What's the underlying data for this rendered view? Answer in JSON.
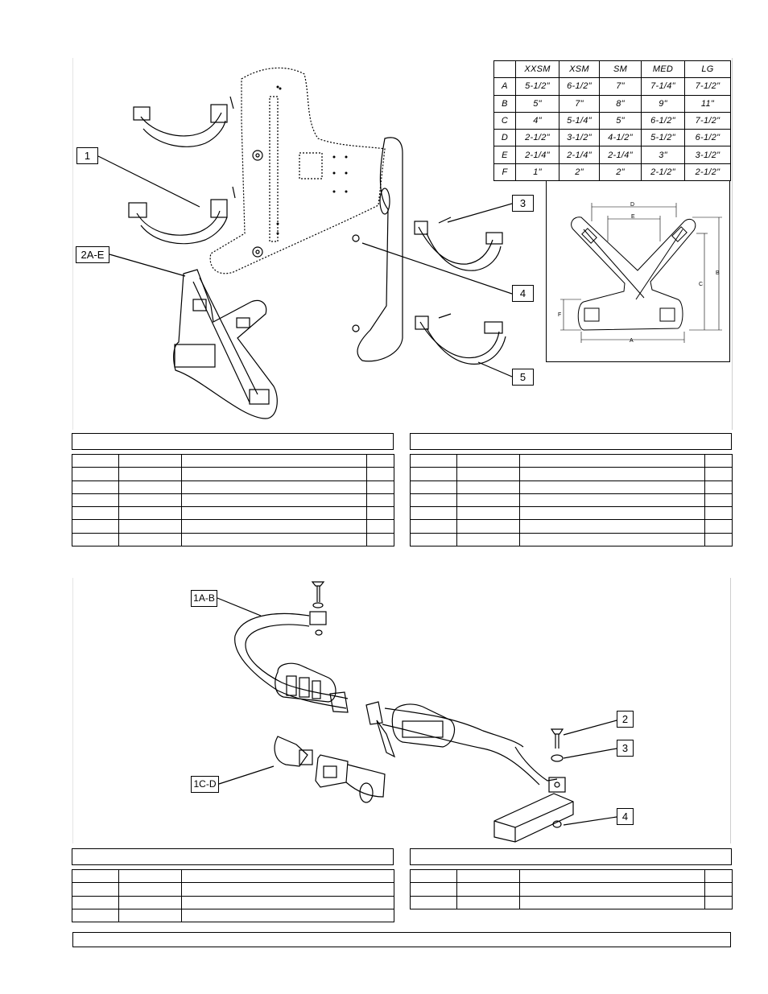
{
  "size_chart": {
    "columns": [
      "",
      "XXSM",
      "XSM",
      "SM",
      "MED",
      "LG"
    ],
    "rows": [
      {
        "label": "A",
        "values": [
          "5-1/2\"",
          "6-1/2\"",
          "7\"",
          "7-1/4\"",
          "7-1/2\""
        ]
      },
      {
        "label": "B",
        "values": [
          "5\"",
          "7\"",
          "8\"",
          "9\"",
          "11\""
        ]
      },
      {
        "label": "C",
        "values": [
          "4\"",
          "5-1/4\"",
          "5\"",
          "6-1/2\"",
          "7-1/2\""
        ]
      },
      {
        "label": "D",
        "values": [
          "2-1/2\"",
          "3-1/2\"",
          "4-1/2\"",
          "5-1/2\"",
          "6-1/2\""
        ]
      },
      {
        "label": "E",
        "values": [
          "2-1/4\"",
          "2-1/4\"",
          "2-1/4\"",
          "3\"",
          "3-1/2\""
        ]
      },
      {
        "label": "F",
        "values": [
          "1\"",
          "2\"",
          "2\"",
          "2-1/2\"",
          "2-1/2\""
        ]
      }
    ]
  },
  "top_diagram": {
    "callouts": [
      "1",
      "2A-E",
      "3",
      "4",
      "5"
    ],
    "dimension_labels": [
      "A",
      "B",
      "C",
      "D",
      "E",
      "F"
    ]
  },
  "bottom_diagram": {
    "callouts": [
      "1A-B",
      "1C-D",
      "2",
      "3",
      "4"
    ]
  }
}
